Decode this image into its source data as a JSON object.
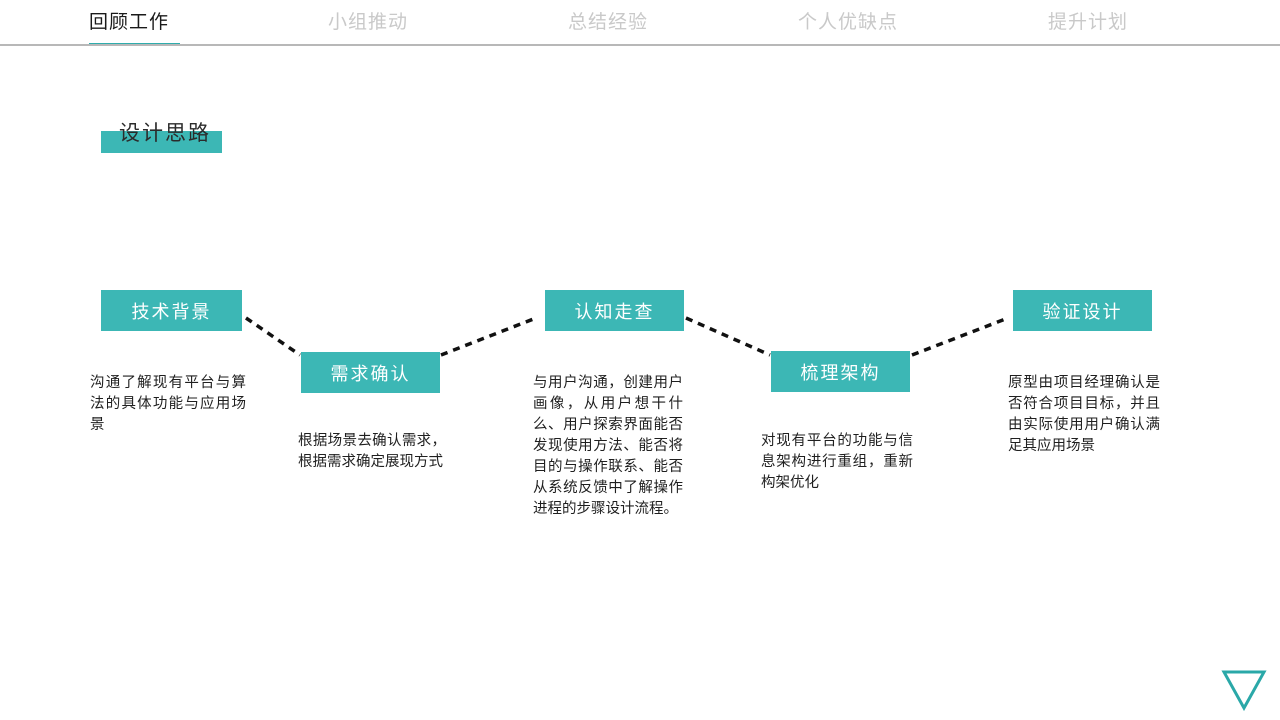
{
  "colors": {
    "teal": "#3cb7b5",
    "teal_underline": "#2fadad",
    "inactive_tab": "#c9c9c9",
    "active_tab": "#1a1a1a",
    "rule": "#b8b8b8",
    "body_text": "#1f1f1f"
  },
  "nav": {
    "tabs": [
      {
        "label": "回顾工作",
        "active": true
      },
      {
        "label": "小组推动",
        "active": false
      },
      {
        "label": "总结经验",
        "active": false
      },
      {
        "label": "个人优缺点",
        "active": false
      },
      {
        "label": "提升计划",
        "active": false
      }
    ]
  },
  "section": {
    "title": "设计思路"
  },
  "steps": [
    {
      "id": "step-1",
      "label": "技术背景",
      "body": "沟通了解现有平台与算法的具体功能与应用场景"
    },
    {
      "id": "step-2",
      "label": "需求确认",
      "body": "根据场景去确认需求，根据需求确定展现方式"
    },
    {
      "id": "step-3",
      "label": "认知走查",
      "body": "与用户沟通，创建用户画像，从用户想干什么、用户探索界面能否发现使用方法、能否将目的与操作联系、能否从系统反馈中了解操作进程的步骤设计流程。"
    },
    {
      "id": "step-4",
      "label": "梳理架构",
      "body": "对现有平台的功能与信息架构进行重组，重新构架优化"
    },
    {
      "id": "step-5",
      "label": "验证设计",
      "body": "原型由项目经理确认是否符合项目目标，并且由实际使用用户确认满足其应用场景"
    }
  ],
  "footer": {
    "icon": "triangle-down-icon"
  }
}
